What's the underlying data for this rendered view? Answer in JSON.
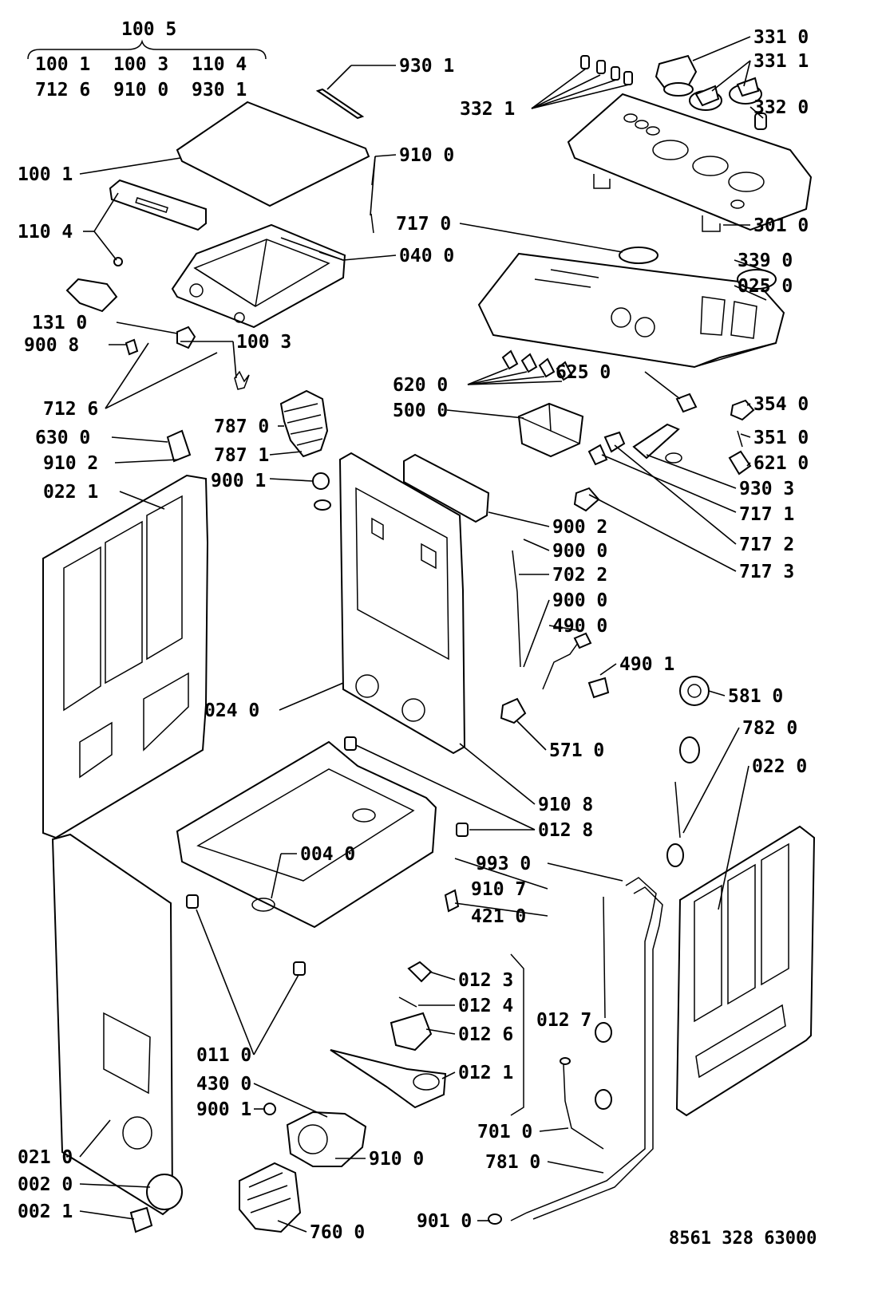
{
  "header": {
    "group": "100 5",
    "items_row1": [
      "100 1",
      "100 3",
      "110 4"
    ],
    "items_row2": [
      "712 6",
      "910 0",
      "930 1"
    ]
  },
  "drawing_code": "8561 328 63000",
  "callouts": [
    {
      "id": "c01",
      "text": "930 1"
    },
    {
      "id": "c02",
      "text": "331 0"
    },
    {
      "id": "c03",
      "text": "331 1"
    },
    {
      "id": "c04",
      "text": "332 1"
    },
    {
      "id": "c05",
      "text": "332 0"
    },
    {
      "id": "c06",
      "text": "910 0"
    },
    {
      "id": "c07",
      "text": "100 1"
    },
    {
      "id": "c08",
      "text": "110 4"
    },
    {
      "id": "c09",
      "text": "717 0"
    },
    {
      "id": "c10",
      "text": "301 0"
    },
    {
      "id": "c11",
      "text": "040 0"
    },
    {
      "id": "c12",
      "text": "339 0"
    },
    {
      "id": "c13",
      "text": "025 0"
    },
    {
      "id": "c14",
      "text": "131 0"
    },
    {
      "id": "c15",
      "text": "900 8"
    },
    {
      "id": "c16",
      "text": "100 3"
    },
    {
      "id": "c17",
      "text": "620 0"
    },
    {
      "id": "c18",
      "text": "625 0"
    },
    {
      "id": "c19",
      "text": "712 6"
    },
    {
      "id": "c20",
      "text": "354 0"
    },
    {
      "id": "c21",
      "text": "500 0"
    },
    {
      "id": "c22",
      "text": "787 0"
    },
    {
      "id": "c23",
      "text": "630 0"
    },
    {
      "id": "c24",
      "text": "351 0"
    },
    {
      "id": "c25",
      "text": "787 1"
    },
    {
      "id": "c26",
      "text": "910 2"
    },
    {
      "id": "c27",
      "text": "621 0"
    },
    {
      "id": "c28",
      "text": "900 1"
    },
    {
      "id": "c29",
      "text": "930 3"
    },
    {
      "id": "c30",
      "text": "022 1"
    },
    {
      "id": "c31",
      "text": "717 1"
    },
    {
      "id": "c32",
      "text": "900 2"
    },
    {
      "id": "c33",
      "text": "717 2"
    },
    {
      "id": "c34",
      "text": "900 0"
    },
    {
      "id": "c35",
      "text": "702 2"
    },
    {
      "id": "c36",
      "text": "717 3"
    },
    {
      "id": "c37",
      "text": "900 0"
    },
    {
      "id": "c38",
      "text": "490 0"
    },
    {
      "id": "c39",
      "text": "490 1"
    },
    {
      "id": "c40",
      "text": "581 0"
    },
    {
      "id": "c41",
      "text": "024 0"
    },
    {
      "id": "c42",
      "text": "782 0"
    },
    {
      "id": "c43",
      "text": "571 0"
    },
    {
      "id": "c44",
      "text": "022 0"
    },
    {
      "id": "c45",
      "text": "910 8"
    },
    {
      "id": "c46",
      "text": "012 8"
    },
    {
      "id": "c47",
      "text": "004 0"
    },
    {
      "id": "c48",
      "text": "993 0"
    },
    {
      "id": "c49",
      "text": "910 7"
    },
    {
      "id": "c50",
      "text": "421 0"
    },
    {
      "id": "c51",
      "text": "012 3"
    },
    {
      "id": "c52",
      "text": "012 4"
    },
    {
      "id": "c53",
      "text": "012 7"
    },
    {
      "id": "c54",
      "text": "012 6"
    },
    {
      "id": "c55",
      "text": "011 0"
    },
    {
      "id": "c56",
      "text": "012 1"
    },
    {
      "id": "c57",
      "text": "430 0"
    },
    {
      "id": "c58",
      "text": "900 1"
    },
    {
      "id": "c59",
      "text": "701 0"
    },
    {
      "id": "c60",
      "text": "021 0"
    },
    {
      "id": "c61",
      "text": "910 0"
    },
    {
      "id": "c62",
      "text": "781 0"
    },
    {
      "id": "c63",
      "text": "002 0"
    },
    {
      "id": "c64",
      "text": "901 0"
    },
    {
      "id": "c65",
      "text": "002 1"
    },
    {
      "id": "c66",
      "text": "760 0"
    }
  ]
}
